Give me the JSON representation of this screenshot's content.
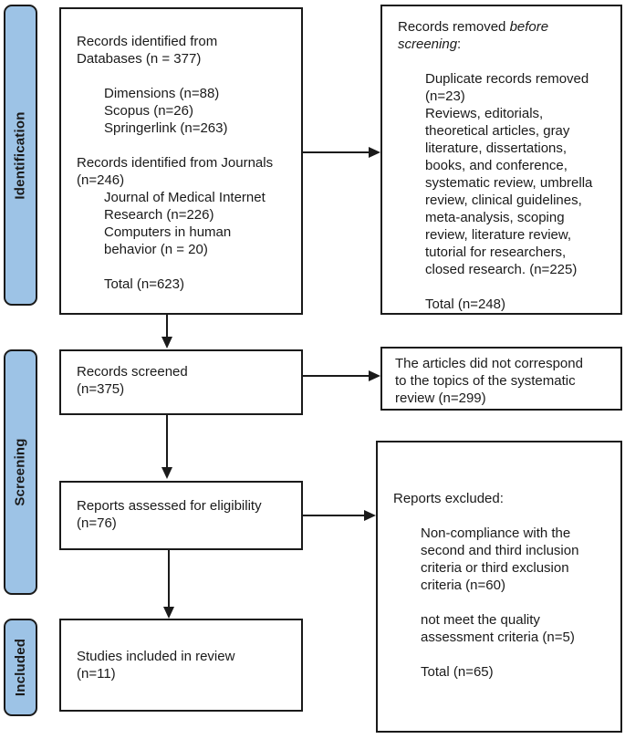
{
  "colors": {
    "sidebar_fill": "#9DC3E6",
    "border": "#1a1a1a"
  },
  "sidebar": {
    "identification": "Identification",
    "screening": "Screening",
    "included": "Included"
  },
  "identified_box": {
    "lines": [
      "Records identified from",
      "Databases (n = 377)",
      "Dimensions (n=88)",
      "Scopus (n=26)",
      "Springerlink (n=263)",
      "Records identified from Journals",
      "(n=246)",
      "Journal of Medical Internet",
      "Research (n=226)",
      "Computers in human",
      "behavior (n = 20)",
      "Total (n=623)"
    ]
  },
  "removed_box": {
    "heading_normal": "Records removed ",
    "heading_italic": "before screening",
    "heading_colon": ":",
    "lines": [
      "Duplicate records removed",
      " (n=23)",
      "Reviews, editorials,",
      "theoretical articles, gray",
      "literature, dissertations,",
      "books, and conference,",
      "systematic review, umbrella",
      "review, clinical guidelines,",
      "meta-analysis, scoping",
      "review, literature review,",
      "tutorial for researchers,",
      "closed research. (n=225)",
      "Total (n=248)"
    ]
  },
  "screened_box": {
    "lines": [
      "Records screened",
      "(n=375)"
    ]
  },
  "articles_box": {
    "lines": [
      "The articles did not correspond",
      "to the topics of the systematic",
      "review (n=299)"
    ]
  },
  "assessed_box": {
    "lines": [
      "Reports assessed for eligibility",
      "(n=76)"
    ]
  },
  "excluded_box": {
    "heading": "Reports excluded:",
    "lines": [
      "Non-compliance with the",
      "second and third inclusion",
      "criteria or third exclusion",
      "criteria (n=60)",
      "not meet the quality",
      "assessment criteria (n=5)",
      "Total (n=65)"
    ]
  },
  "included_box": {
    "lines": [
      "Studies included in review",
      "(n=11)"
    ]
  }
}
